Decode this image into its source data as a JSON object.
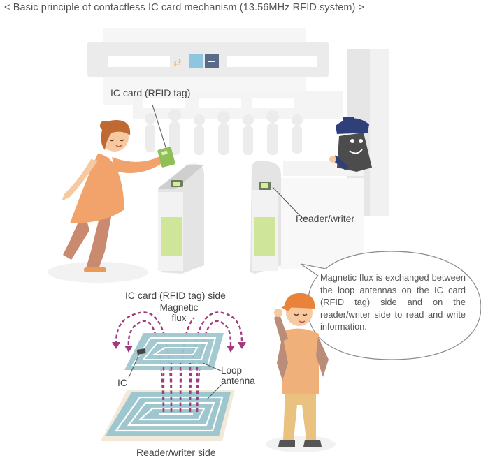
{
  "title": "< Basic principle of contactless IC card mechanism (13.56MHz RFID system) >",
  "labels": {
    "ic_card_tag": "IC card (RFID tag)",
    "reader_writer": "Reader/writer",
    "ic_card_side": "IC card (RFID tag) side",
    "magnetic": "Magnetic",
    "flux": "flux",
    "ic": "IC",
    "loop": "Loop",
    "antenna": "antenna",
    "reader_writer_side": "Reader/writer side"
  },
  "bubble": {
    "text": "Magnetic flux is exchanged between the loop antennas on the IC card (RFID tag) side and on the reader/writer side to read and write information."
  },
  "colors": {
    "flux": "#a23a7d",
    "antenna_plate": "#9ec6cf",
    "gate_panel": "#cfe59a",
    "skin": "#f6c9a0",
    "dress": "#f2a26b",
    "cap": "#e9833a"
  }
}
